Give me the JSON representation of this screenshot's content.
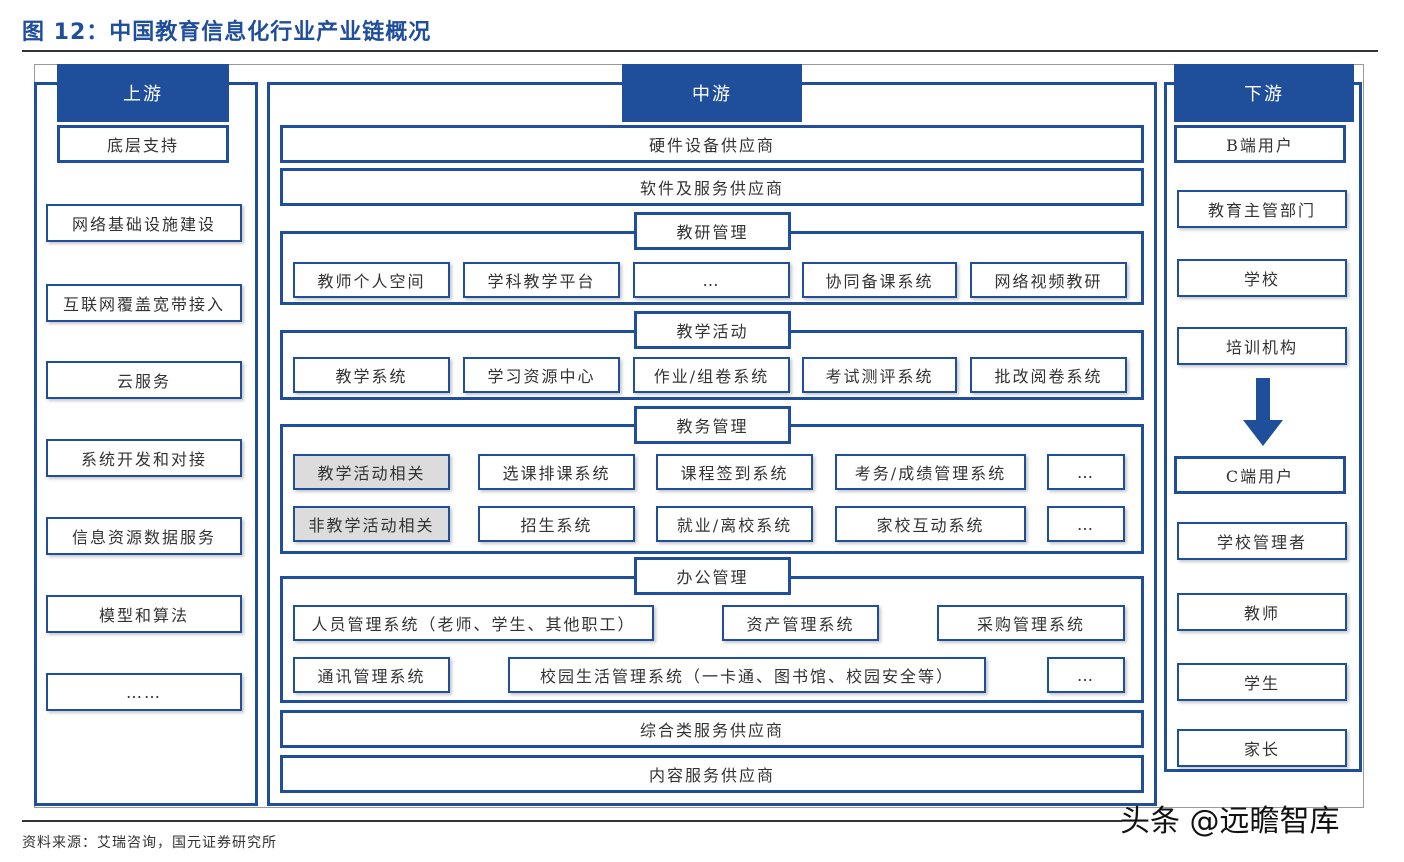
{
  "title": "图 12：中国教育信息化行业产业链概况",
  "upstream": {
    "label": "上游",
    "sublabel": "底层支持",
    "items": [
      "网络基础设施建设",
      "互联网覆盖宽带接入",
      "云服务",
      "系统开发和对接",
      "信息资源数据服务",
      "模型和算法",
      "……"
    ]
  },
  "midstream": {
    "label": "中游",
    "hardware": "硬件设备供应商",
    "software": "软件及服务供应商",
    "research": {
      "label": "教研管理",
      "items": [
        "教师个人空间",
        "学科教学平台",
        "…",
        "协同备课系统",
        "网络视频教研"
      ]
    },
    "teaching": {
      "label": "教学活动",
      "items": [
        "教学系统",
        "学习资源中心",
        "作业/组卷系统",
        "考试测评系统",
        "批改阅卷系统"
      ]
    },
    "academic": {
      "label": "教务管理",
      "row1_label": "教学活动相关",
      "row1_items": [
        "选课排课系统",
        "课程签到系统",
        "考务/成绩管理系统",
        "…"
      ],
      "row2_label": "非教学活动相关",
      "row2_items": [
        "招生系统",
        "就业/离校系统",
        "家校互动系统",
        "…"
      ]
    },
    "office": {
      "label": "办公管理",
      "row1_items": [
        "人员管理系统（老师、学生、其他职工）",
        "资产管理系统",
        "采购管理系统"
      ],
      "row2_items": [
        "通讯管理系统",
        "校园生活管理系统（一卡通、图书馆、校园安全等）",
        "…"
      ]
    },
    "integrated": "综合类服务供应商",
    "content": "内容服务供应商"
  },
  "downstream": {
    "label": "下游",
    "b_label": "B端用户",
    "b_items": [
      "教育主管部门",
      "学校",
      "培训机构"
    ],
    "c_label": "C端用户",
    "c_items": [
      "学校管理者",
      "教师",
      "学生",
      "家长"
    ]
  },
  "source": "资料来源：艾瑞咨询，国元证券研究所",
  "watermark": "头条 @远瞻智库"
}
